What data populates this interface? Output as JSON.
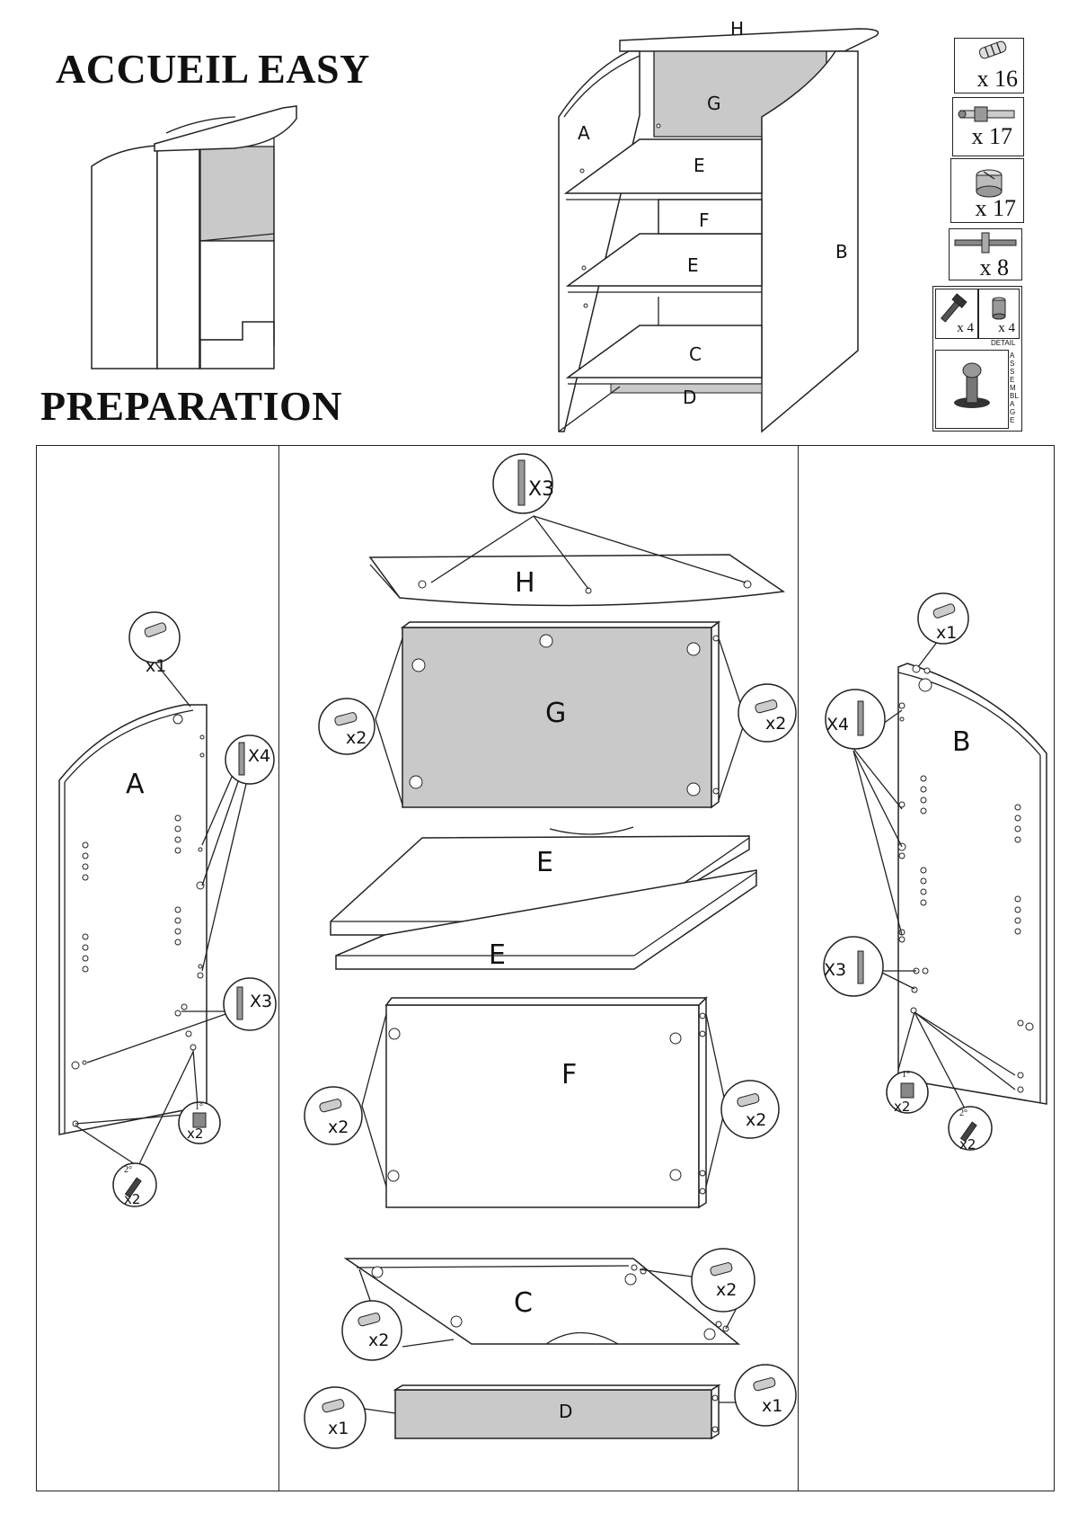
{
  "header": {
    "title": "ACCUEIL EASY",
    "subtitle": "PREPARATION"
  },
  "overview_labels": {
    "A": "A",
    "B": "B",
    "C": "C",
    "D": "D",
    "E1": "E",
    "E2": "E",
    "F": "F",
    "G": "G",
    "H": "H"
  },
  "hardware": {
    "dowel_qty": "x 16",
    "cam_bolt_qty": "x 17",
    "cam_lock_qty": "x 17",
    "connector_qty": "x 8",
    "screw_qty": "x 4",
    "insert_qty": "x 4",
    "detail_label": "DETAIL",
    "assembly_label": "ASSEMBLAGE"
  },
  "parts": {
    "A": "A",
    "B": "B",
    "C": "C",
    "D": "D",
    "E1": "E",
    "E2": "E",
    "F": "F",
    "G": "G",
    "H": "H"
  },
  "callouts": {
    "a_top_dowel": "x1",
    "a_cam_bolts_top": "X4",
    "a_cam_bolts_bottom": "X3",
    "a_insert_step": "1°",
    "a_insert_qty": "x2",
    "a_screw_step": "2°",
    "a_screw_qty": "x2",
    "h_cam_bolts": "X3",
    "g_left_dowels": "x2",
    "g_right_dowels": "x2",
    "f_left_dowels": "x2",
    "f_right_dowels": "x2",
    "c_left_dowels": "x2",
    "c_right_dowels": "x2",
    "d_left_dowel": "x1",
    "d_right_dowel": "x1",
    "b_top_dowel": "x1",
    "b_cam_bolts_top": "X4",
    "b_cam_bolts_bottom": "X3",
    "b_insert_step": "1°",
    "b_insert_qty": "x2",
    "b_screw_step": "2°",
    "b_screw_qty": "x2"
  }
}
